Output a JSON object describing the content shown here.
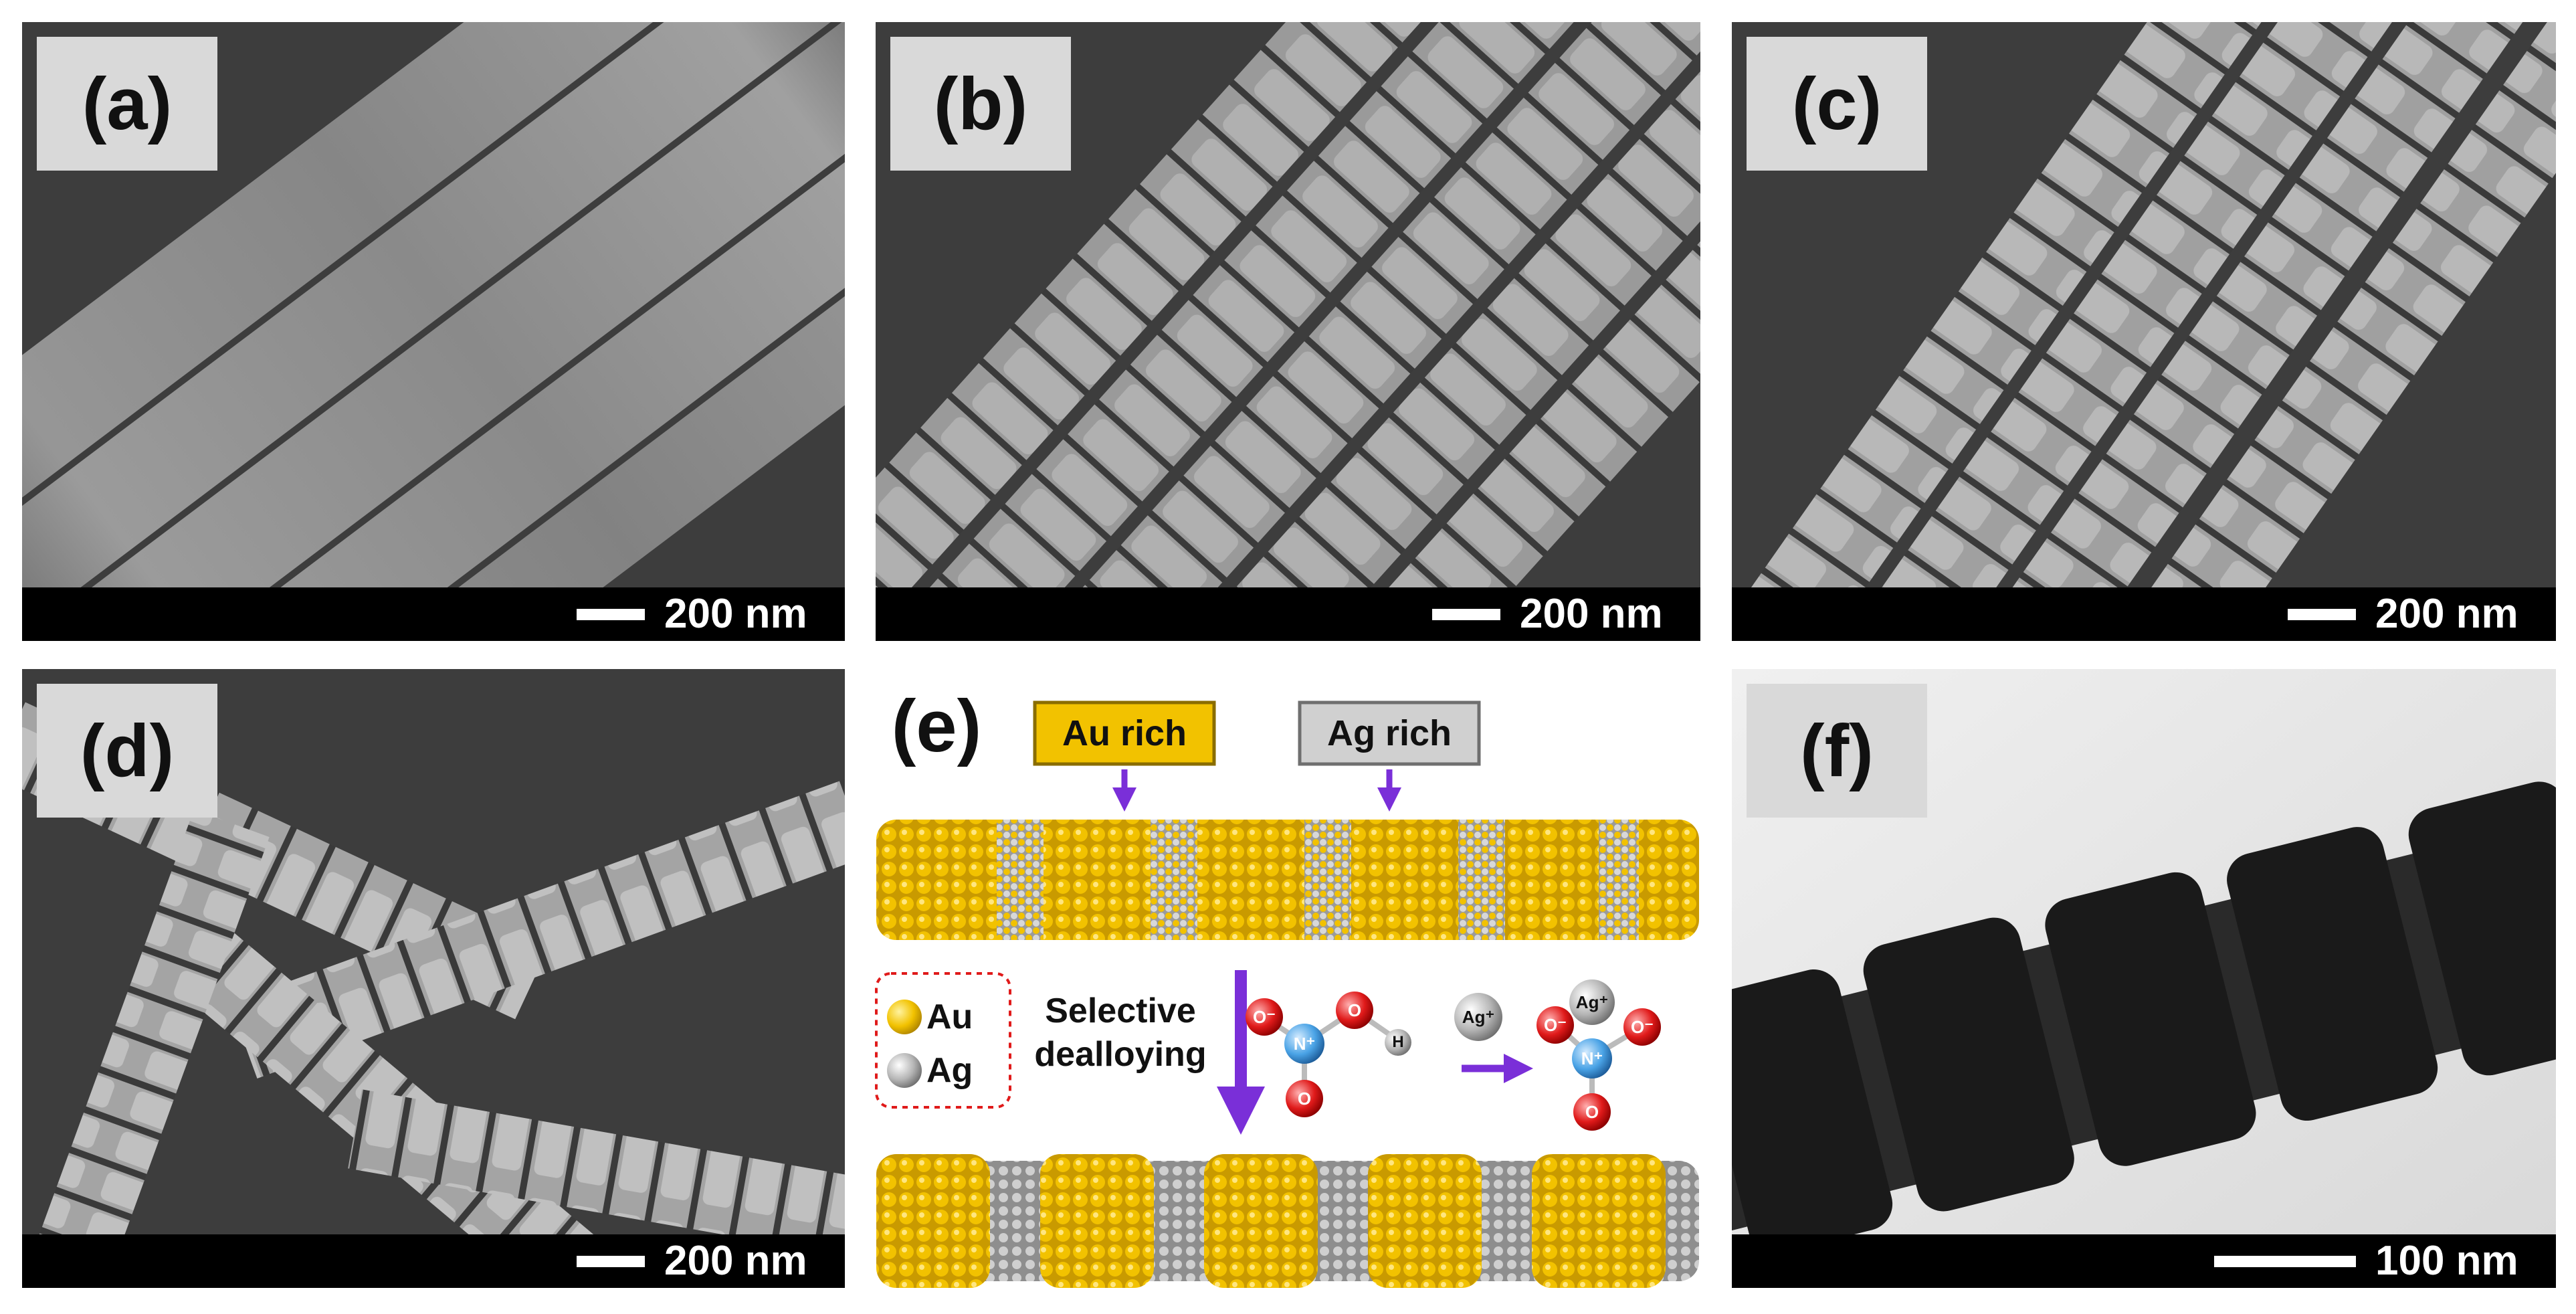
{
  "panels": {
    "a": {
      "label": "(a)",
      "scale": "200 nm"
    },
    "b": {
      "label": "(b)",
      "scale": "200 nm"
    },
    "c": {
      "label": "(c)",
      "scale": "200 nm"
    },
    "d": {
      "label": "(d)",
      "scale": "200 nm"
    },
    "e": {
      "label": "(e)",
      "au_rich": "Au rich",
      "ag_rich": "Ag rich",
      "legend_au": "Au",
      "legend_ag": "Ag",
      "step_line1": "Selective",
      "step_line2": "dealloying",
      "molecule_N": "N",
      "molecule_O": "O",
      "molecule_H": "H",
      "ag_ion": "Ag⁺",
      "o_minus": "O⁻",
      "n_plus": "N⁺"
    },
    "f": {
      "label": "(f)",
      "scale": "100 nm"
    }
  },
  "colors": {
    "gold": "#f2c200",
    "silver": "#b5b5b5",
    "arrow": "#7a2fd8",
    "oxygen": "#e01a1a",
    "nitrogen": "#4aa3e6"
  }
}
